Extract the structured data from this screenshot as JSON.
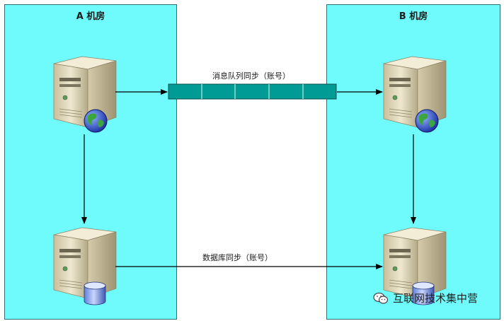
{
  "rooms": {
    "a": {
      "title": "A 机房"
    },
    "b": {
      "title": "B 机房"
    }
  },
  "links": {
    "message_queue": "消息队列同步（账号）",
    "database": "数据库同步（账号）"
  },
  "watermark": {
    "text": "互联网技术集中营"
  },
  "icons": {
    "web_server": "globe-icon",
    "db_server": "database-cylinder-icon",
    "watermark": "wechat-icon"
  },
  "colors": {
    "room_fill": "#6ffbfb",
    "queue_fill": "#009b94",
    "arrow": "#000000"
  }
}
